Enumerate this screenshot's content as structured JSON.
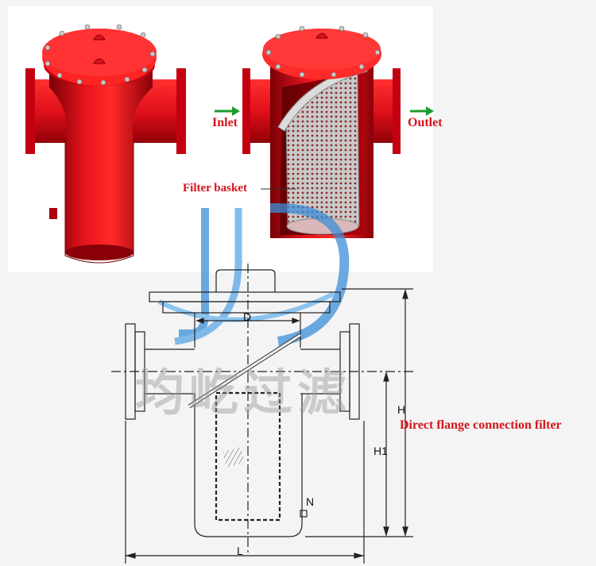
{
  "labels": {
    "inlet": "Inlet",
    "outlet": "Outlet",
    "filter_basket": "Filter basket",
    "caption": "Direct flange connection filter"
  },
  "dimensions": {
    "d": "D",
    "h": "H",
    "h1": "H1",
    "n": "N",
    "l": "L"
  },
  "watermark": {
    "text": "均屹过滤"
  },
  "colors": {
    "body_red": "#e0101a",
    "label_red": "#d4141c",
    "arrow_green": "#1e9b2e",
    "watermark_blue": "#3b8fd8",
    "line_dark": "#222222"
  }
}
